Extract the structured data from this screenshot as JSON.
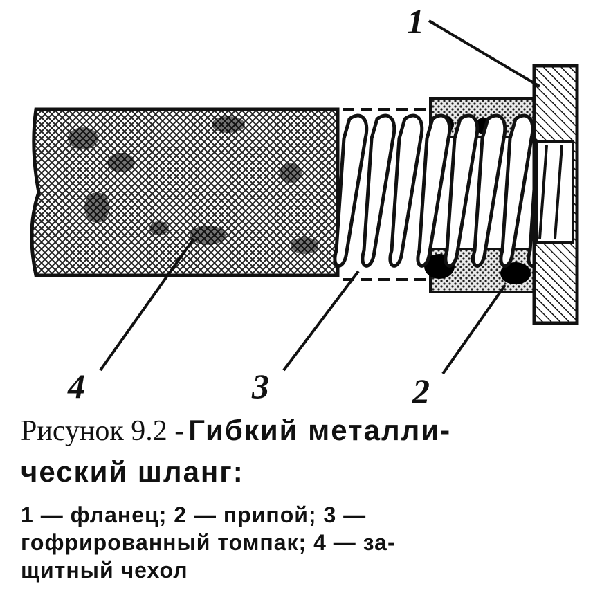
{
  "labels": {
    "n1": "1",
    "n2": "2",
    "n3": "3",
    "n4": "4"
  },
  "caption": {
    "prefix": "Рисунок 9.2 -",
    "title_line1": "Гибкий металли-",
    "title_line2": "ческий шланг:",
    "legend_line1": "1 — фланец; 2 — припой; 3 —",
    "legend_line2": "гофрированный томпак; 4 — за-",
    "legend_line3": "щитный чехол"
  }
}
